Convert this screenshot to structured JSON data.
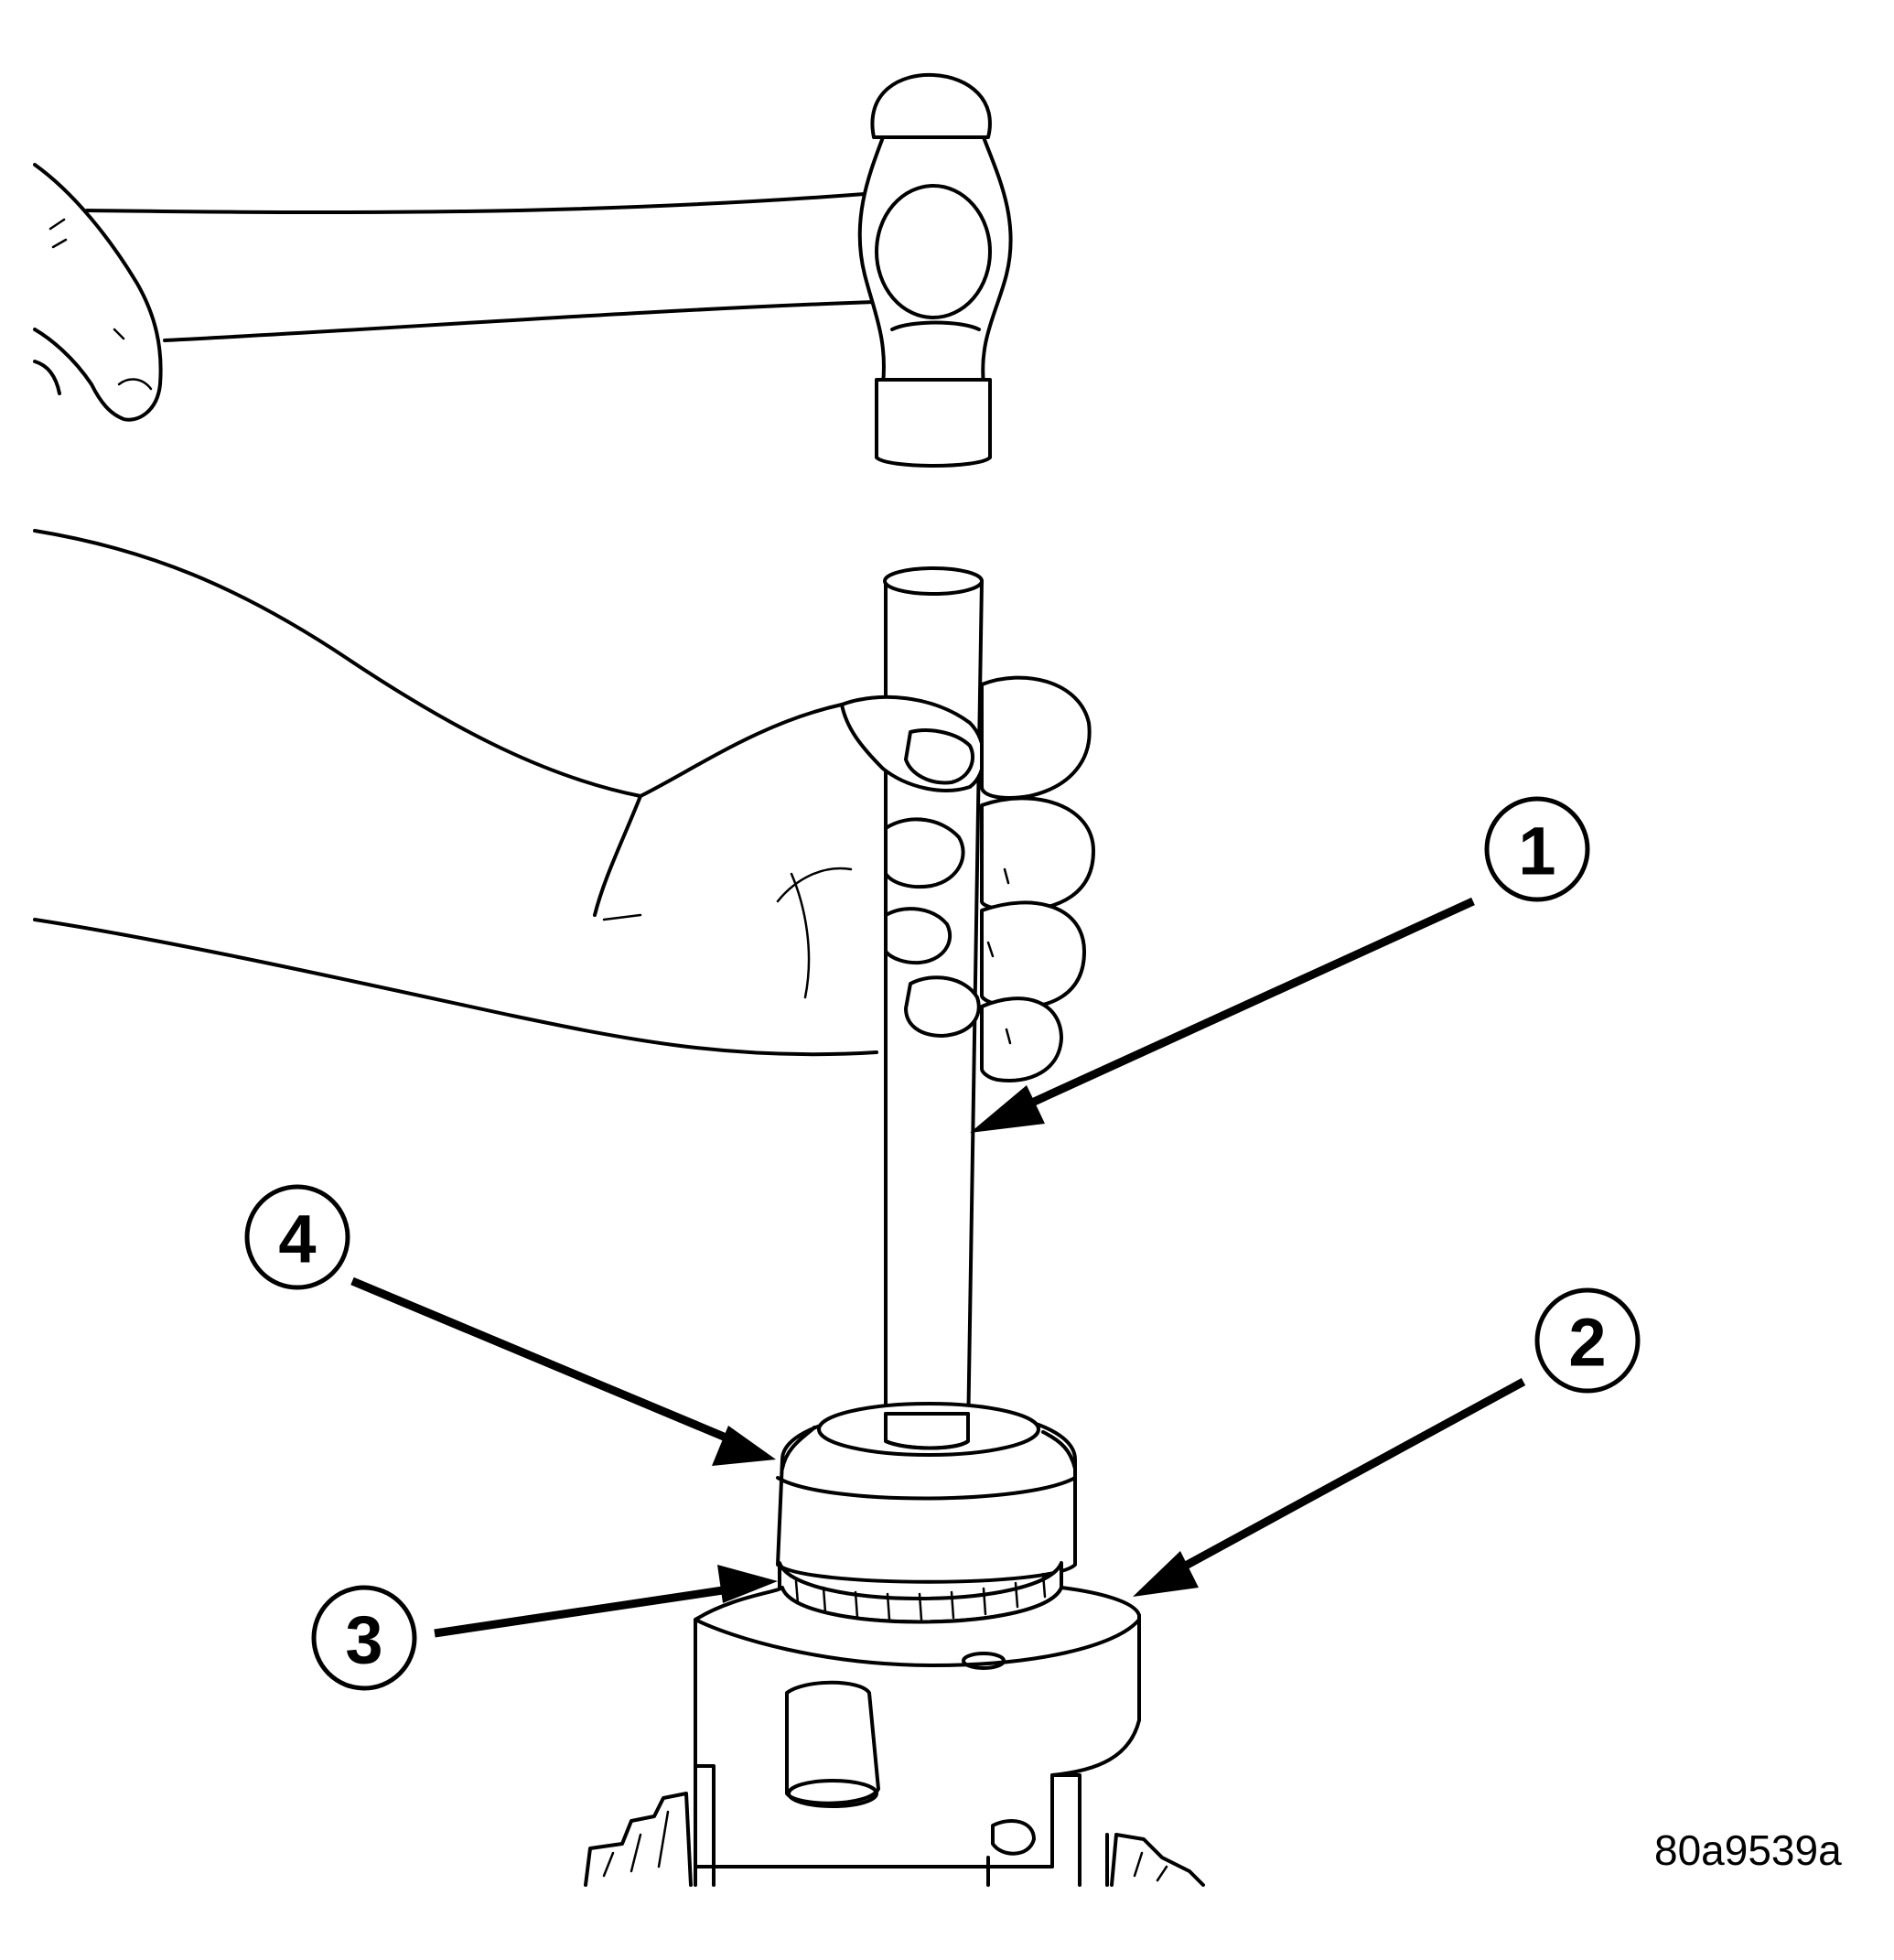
{
  "callouts": [
    {
      "id": "callout-1",
      "label": "1"
    },
    {
      "id": "callout-2",
      "label": "2"
    },
    {
      "id": "callout-3",
      "label": "3"
    },
    {
      "id": "callout-4",
      "label": "4"
    }
  ],
  "figure_id": "80a9539a"
}
